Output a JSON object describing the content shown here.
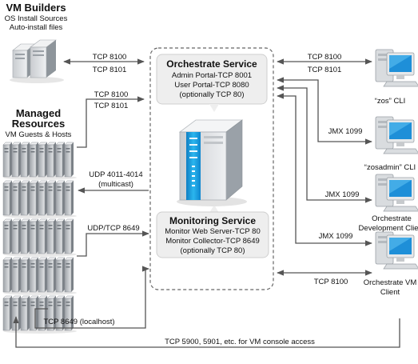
{
  "vm_builders": {
    "title": "VM Builders",
    "line1": "OS Install Sources",
    "line2": "Auto-install files"
  },
  "managed_resources": {
    "title1": "Managed",
    "title2": "Resources",
    "subtitle": "VM Guests & Hosts"
  },
  "orchestrate_service": {
    "title": "Orchestrate Service",
    "line1": "Admin Portal-TCP 8001",
    "line2": "User Portal-TCP 8080",
    "line3": "(optionally TCP 80)"
  },
  "monitoring_service": {
    "title": "Monitoring Service",
    "line1": "Monitor Web Server-TCP 80",
    "line2": "Monitor Collector-TCP 8649",
    "line3": "(optionally TCP 80)"
  },
  "links": {
    "vmb_tcp8100": "TCP 8100",
    "vmb_tcp8101": "TCP 8101",
    "mr_tcp8100": "TCP 8100",
    "mr_tcp8101": "TCP 8101",
    "udp_multicast_1": "UDP 4011-4014",
    "udp_multicast_2": "(multicast)",
    "udp_tcp_8649": "UDP/TCP 8649",
    "tcp_8649_localhost": "TCP 8649 (localhost)",
    "vm_console": "TCP 5900, 5901, etc. for VM console access",
    "zos_tcp8100": "TCP 8100",
    "zos_tcp8101": "TCP 8101",
    "zosadmin_jmx": "JMX 1099",
    "devclient_jmx": "JMX 1099",
    "vmclient_jmx": "JMX 1099",
    "vmclient_tcp8100": "TCP 8100"
  },
  "clients": {
    "zos_cli": "“zos” CLI",
    "zosadmin_cli": "“zosadmin” CLI",
    "dev_client_1": "Orchestrate",
    "dev_client_2": "Development Client",
    "vm_client_1": "Orchestrate VM",
    "vm_client_2": "Client"
  },
  "colors": {
    "line": "#555555",
    "server_blue": "#1aa3e0",
    "panel_bg": "#f0f0f0",
    "monitor_blue": "#1e8fd8"
  }
}
